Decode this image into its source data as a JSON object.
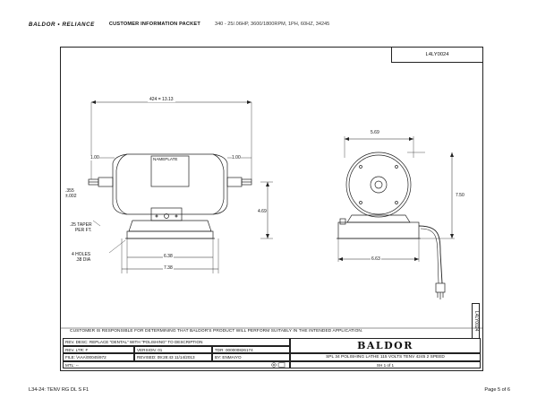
{
  "header": {
    "logo_text": "BALDOR • RELIANCE",
    "packet_title": "CUSTOMER INFORMATION PACKET",
    "spec": "340 - 25/.06HP, 3600/1800RPM, 1PH, 60HZ, 34245"
  },
  "drawing": {
    "number_tag": "L4LY0024",
    "side_tag": "L4LY0024",
    "nameplate": "NAMEPLATE",
    "dims": {
      "overall_len": "424 = 13.13",
      "shaft_left": "1.00",
      "shaft_right": "1.00",
      "shaft_dia": ".355\n±.002",
      "height_side": "4.69",
      "taper": ".25 TAPER\nPER FT.",
      "holes": "4 HOLES\n.38 DIA",
      "base_inner": "6.38",
      "base_outer": "7.38",
      "end_width": "5.69",
      "end_height": "7.50",
      "end_base": "6.63"
    }
  },
  "notice": "CUSTOMER IS RESPONSIBLE FOR DETERMINING THAT BALDOR'S PRODUCT WILL PERFORM SUITABLY IN THE INTENDED APPLICATION.",
  "title_block": {
    "rev_desc": "REV. DESC:  REPLACE \"DENTAL\" WITH \"POLISHING\" TO DESCRIPTION",
    "rev_ltr": "REV. LTR:  F",
    "version": "VERSION: 01",
    "tdr": "TDR: 000000826174",
    "file": "FILE: \\AAA\\00045\\972",
    "revised": "REVISED: 09:28:43  11/14/2013",
    "by": "BY: ENMAIYO",
    "mtl": "MTL: --",
    "brand": "BALDOR",
    "description": "SPL 34 POLISHING LATHE 115 VOLTS TENV 4245 2 SPEED",
    "sheet": "SH 1 of 1"
  },
  "footer": {
    "left": "L34-24: TENV RG DL S  F1",
    "right": "Page 5 of 6"
  }
}
